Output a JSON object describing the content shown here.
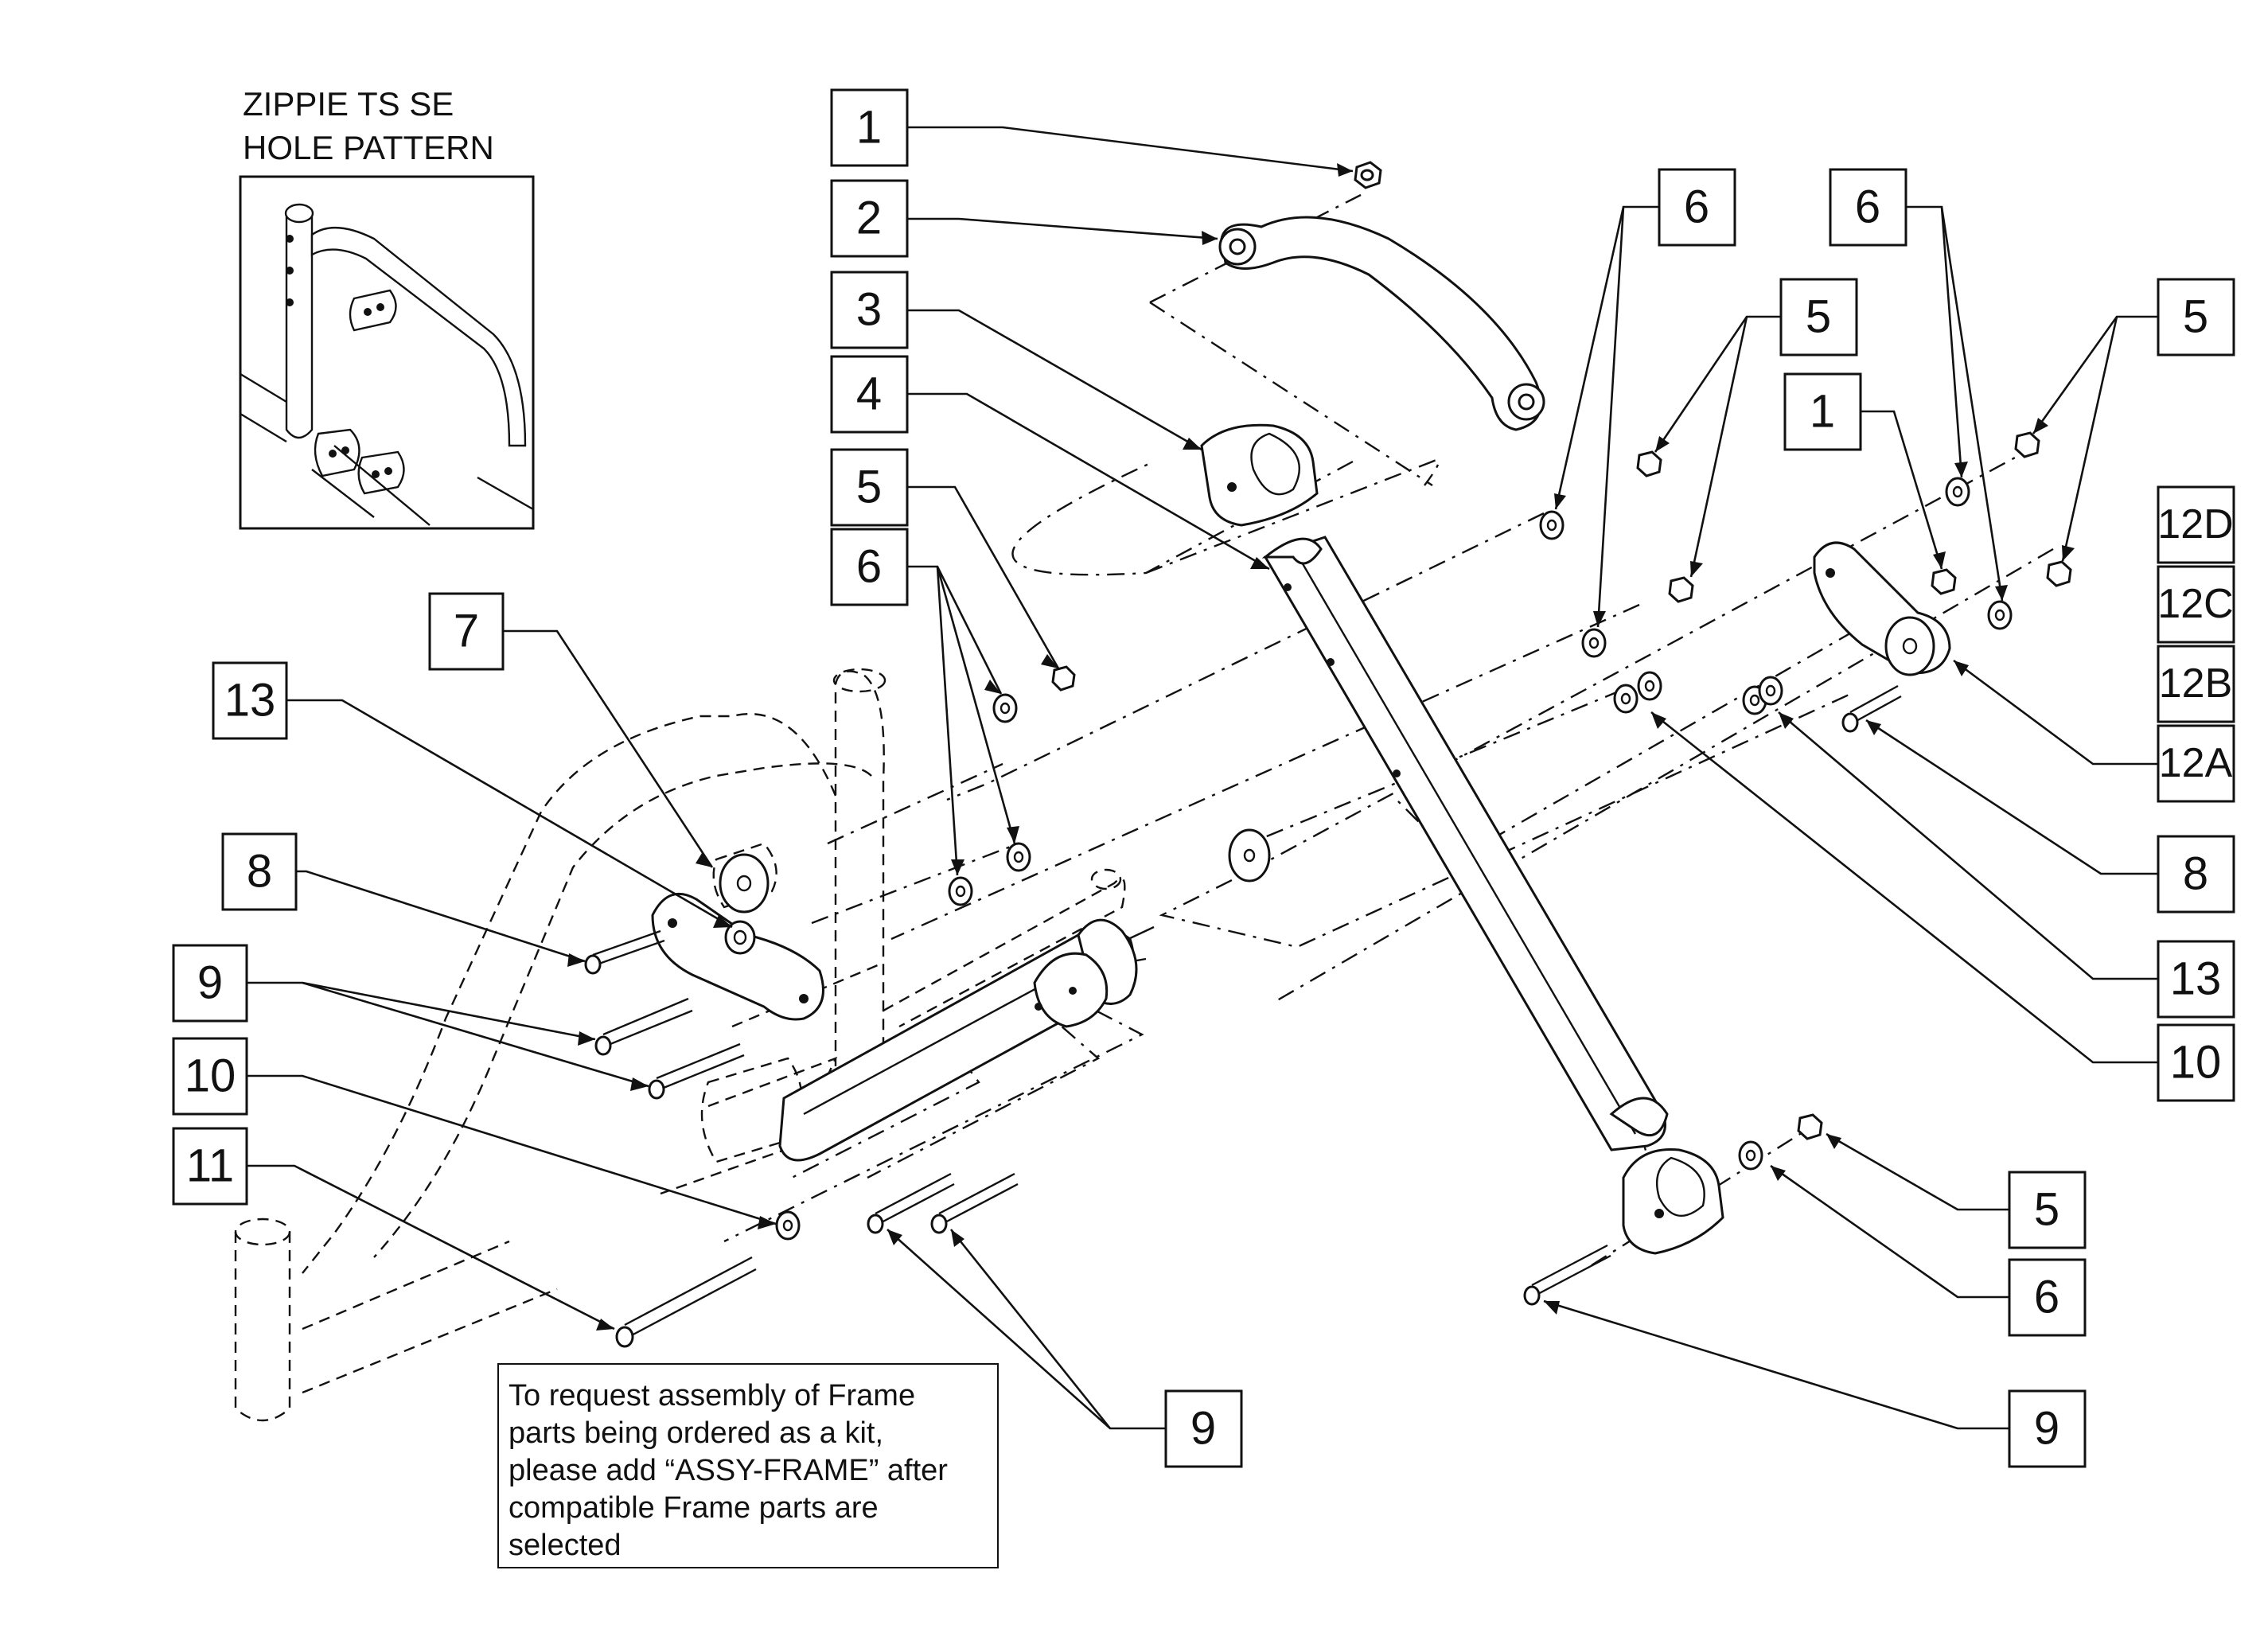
{
  "inset": {
    "title_line1": "ZIPPIE TS SE",
    "title_line2": "HOLE PATTERN"
  },
  "callouts": {
    "c1_top": "1",
    "c2": "2",
    "c3": "3",
    "c4": "4",
    "c5_left": "5",
    "c6_left": "6",
    "c7": "7",
    "c13_left": "13",
    "c8_left": "8",
    "c9_left": "9",
    "c10_left": "10",
    "c11": "11",
    "c6_mid": "6",
    "c5_mid": "5",
    "c6_right": "6",
    "c5_right": "5",
    "c1_right": "1",
    "c12D": "12D",
    "c12C": "12C",
    "c12B": "12B",
    "c12A": "12A",
    "c8_right": "8",
    "c13_right": "13",
    "c10_right": "10",
    "c5_bottom": "5",
    "c6_bottom": "6",
    "c9_bottom": "9",
    "c9_center": "9"
  },
  "note": {
    "line1": "To request assembly of Frame",
    "line2": "parts being ordered as a kit,",
    "line3": "please add “ASSY-FRAME” after",
    "line4": "compatible Frame parts are",
    "line5": "selected"
  }
}
